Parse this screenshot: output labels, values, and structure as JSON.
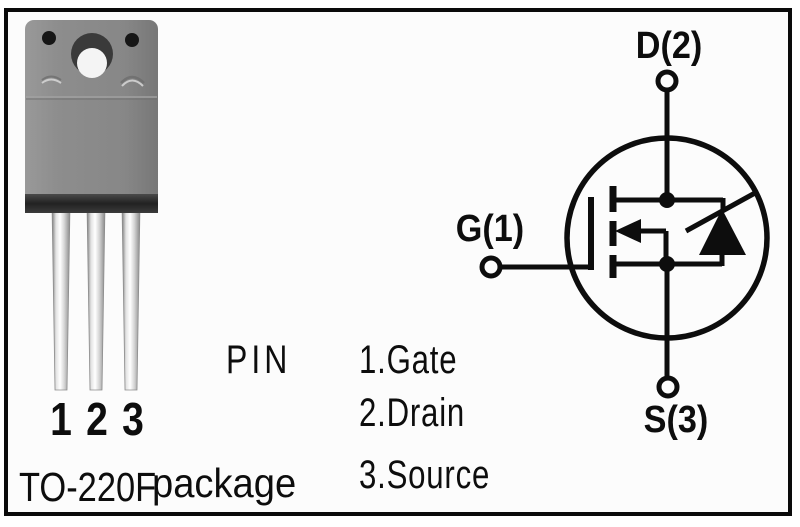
{
  "figure": {
    "package": {
      "name": "TO-220F",
      "suffix": "package",
      "pin_numbers": [
        "1",
        "2",
        "3"
      ]
    },
    "pin_assignment": {
      "title": "PIN",
      "items": [
        "1.Gate",
        "2.Drain",
        "3.Source"
      ]
    },
    "schematic": {
      "drain": "D(2)",
      "gate": "G(1)",
      "source": "S(3)"
    },
    "colors": {
      "ink": "#0d0d0d",
      "package_body": "#8b8b8b",
      "background": "#fcfcfc",
      "border": "#0a0a0a"
    }
  }
}
